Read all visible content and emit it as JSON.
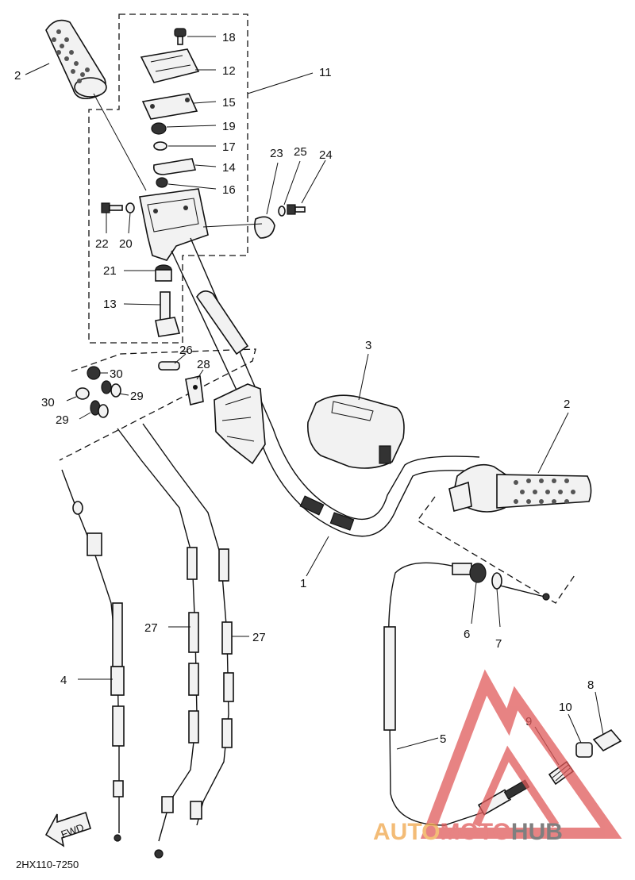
{
  "diagram": {
    "code": "2HX110-7250",
    "fwd_label": "FWD",
    "callouts": [
      {
        "id": "c2a",
        "text": "2"
      },
      {
        "id": "c18",
        "text": "18"
      },
      {
        "id": "c12",
        "text": "12"
      },
      {
        "id": "c11",
        "text": "11"
      },
      {
        "id": "c15",
        "text": "15"
      },
      {
        "id": "c19",
        "text": "19"
      },
      {
        "id": "c17",
        "text": "17"
      },
      {
        "id": "c14",
        "text": "14"
      },
      {
        "id": "c16",
        "text": "16"
      },
      {
        "id": "c23",
        "text": "23"
      },
      {
        "id": "c25",
        "text": "25"
      },
      {
        "id": "c24",
        "text": "24"
      },
      {
        "id": "c22",
        "text": "22"
      },
      {
        "id": "c20",
        "text": "20"
      },
      {
        "id": "c21",
        "text": "21"
      },
      {
        "id": "c13",
        "text": "13"
      },
      {
        "id": "c26",
        "text": "26"
      },
      {
        "id": "c28",
        "text": "28"
      },
      {
        "id": "c30a",
        "text": "30"
      },
      {
        "id": "c30b",
        "text": "30"
      },
      {
        "id": "c29a",
        "text": "29"
      },
      {
        "id": "c29b",
        "text": "29"
      },
      {
        "id": "c3",
        "text": "3"
      },
      {
        "id": "c2b",
        "text": "2"
      },
      {
        "id": "c1",
        "text": "1"
      },
      {
        "id": "c6",
        "text": "6"
      },
      {
        "id": "c7",
        "text": "7"
      },
      {
        "id": "c27a",
        "text": "27"
      },
      {
        "id": "c27b",
        "text": "27"
      },
      {
        "id": "c4",
        "text": "4"
      },
      {
        "id": "c5",
        "text": "5"
      },
      {
        "id": "c8",
        "text": "8"
      },
      {
        "id": "c9",
        "text": "9"
      },
      {
        "id": "c10",
        "text": "10"
      }
    ]
  },
  "watermark": {
    "word_a": "AUTO",
    "word_b": "MOTO",
    "word_c": "HUB",
    "color_red": "#e05a5a",
    "color_orange": "#f0a64a",
    "color_gray": "#555555"
  }
}
